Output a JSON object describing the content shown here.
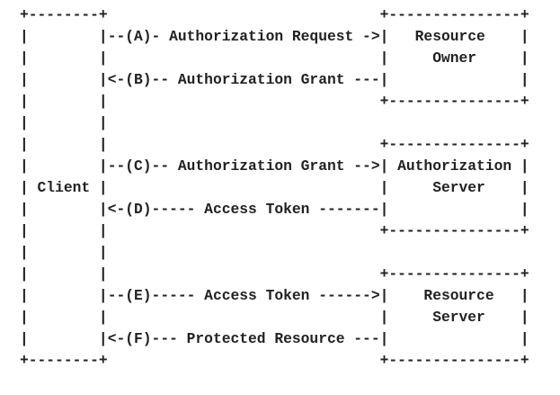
{
  "colors": {
    "background": "#ffffff",
    "text": "#222222"
  },
  "diagram": {
    "lines": [
      "+--------+                               +---------------+",
      "|        |--(A)- Authorization Request ->|   Resource    |",
      "|        |                               |     Owner     |",
      "|        |<-(B)-- Authorization Grant ---|               |",
      "|        |                               +---------------+",
      "|        |",
      "|        |                               +---------------+",
      "|        |--(C)-- Authorization Grant -->| Authorization |",
      "| Client |                               |     Server    |",
      "|        |<-(D)----- Access Token -------|               |",
      "|        |                               +---------------+",
      "|        |",
      "|        |                               +---------------+",
      "|        |--(E)----- Access Token ------>|    Resource   |",
      "|        |                               |     Server    |",
      "|        |<-(F)--- Protected Resource ---|               |",
      "+--------+                               +---------------+"
    ],
    "entities": {
      "client": "Client",
      "resource_owner": "Resource Owner",
      "authorization_server": "Authorization Server",
      "resource_server": "Resource Server"
    },
    "steps": [
      {
        "id": "A",
        "label": "Authorization Request",
        "arrow": "right"
      },
      {
        "id": "B",
        "label": "Authorization Grant",
        "arrow": "left"
      },
      {
        "id": "C",
        "label": "Authorization Grant",
        "arrow": "right"
      },
      {
        "id": "D",
        "label": "Access Token",
        "arrow": "left"
      },
      {
        "id": "E",
        "label": "Access Token",
        "arrow": "right"
      },
      {
        "id": "F",
        "label": "Protected Resource",
        "arrow": "left"
      }
    ]
  }
}
